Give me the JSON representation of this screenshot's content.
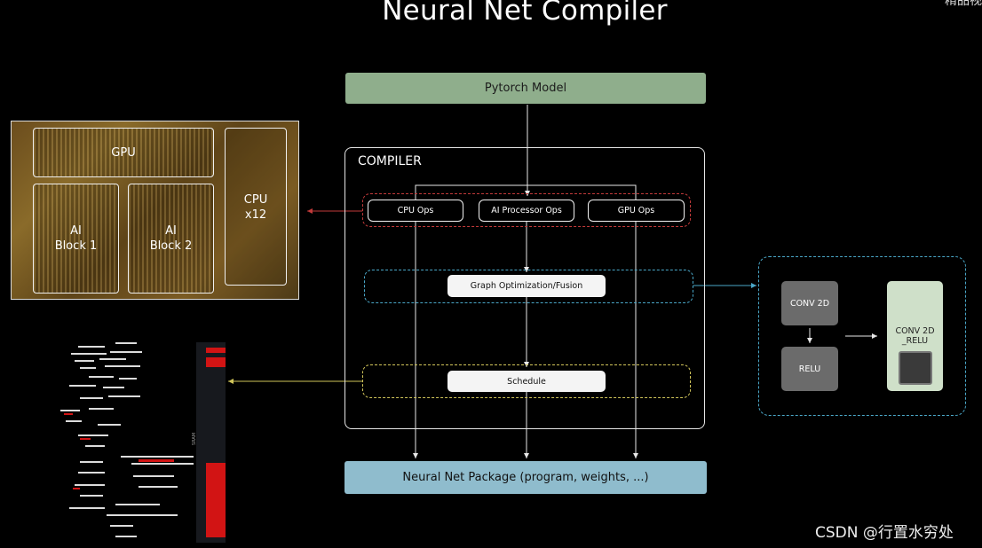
{
  "title": "Neural Net Compiler",
  "corner_text": "精品视",
  "input_box": "Pytorch Model",
  "compiler_label": "COMPILER",
  "ops": [
    "CPU Ops",
    "AI Processor Ops",
    "GPU Ops"
  ],
  "graph_opt": "Graph Optimization/Fusion",
  "schedule": "Schedule",
  "output_box": "Neural Net Package (program, weights, ...)",
  "chip": {
    "gpu": "GPU",
    "ai_block_1": [
      "AI",
      "Block 1"
    ],
    "ai_block_2": [
      "AI",
      "Block 2"
    ],
    "cpu": [
      "CPU",
      "x12"
    ]
  },
  "memory_label": "SRAM",
  "fusion": {
    "conv": "CONV 2D",
    "relu": "RELU",
    "fused": [
      "CONV 2D",
      "_RELU"
    ]
  },
  "watermark": "CSDN @行置水穷处",
  "colors": {
    "red_dash": "#c23a3a",
    "cyan_dash": "#4aa7c8",
    "yellow_dash": "#d1c55a",
    "green_box": "#8fae8c",
    "blue_box": "#8fbccd"
  }
}
